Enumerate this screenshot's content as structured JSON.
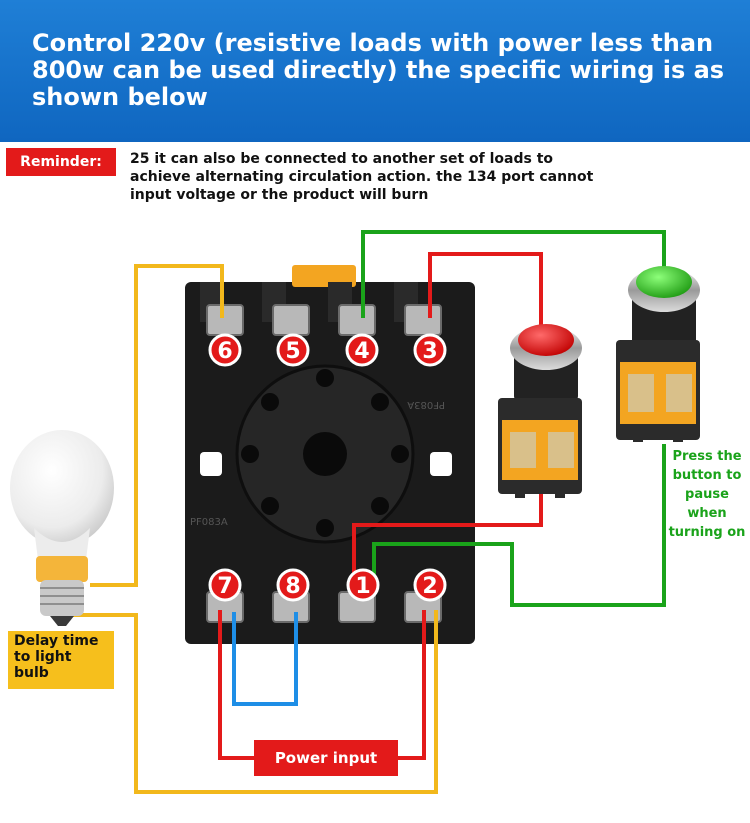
{
  "header": {
    "title": "Control 220v (resistive loads with power less than 800w can be used directly) the specific wiring is as shown below"
  },
  "reminder": {
    "label": "Reminder:",
    "text": "25 it can also be connected to another set of loads to achieve alternating circulation action. the 134 port cannot input voltage or the product will burn"
  },
  "terminals": {
    "top": [
      "6",
      "5",
      "4",
      "3"
    ],
    "bottom": [
      "7",
      "8",
      "1",
      "2"
    ]
  },
  "socket_label": "PF083A",
  "captions": {
    "press_button": "Press the button to pause when turning on",
    "power_input": "Power input",
    "delay_bulb": "Delay time to light bulb"
  },
  "colors": {
    "header_blue": "#1373cc",
    "badge_red": "#e31a1a",
    "wire_yellow": "#f2b81c",
    "wire_green": "#1aa31a",
    "wire_red": "#e31a1a",
    "wire_blue": "#1e8ee6",
    "socket_black": "#1b1b1b",
    "caption_green": "#1aa31a"
  },
  "icons": {
    "bulb": "light-bulb-icon",
    "red_button": "red-push-button-icon",
    "green_button": "green-push-button-icon",
    "relay_socket": "relay-socket-icon"
  }
}
